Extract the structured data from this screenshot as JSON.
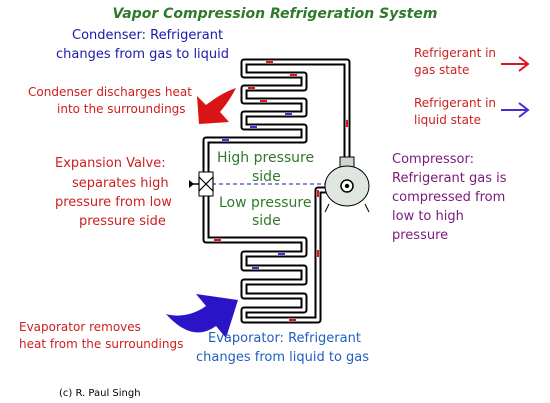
{
  "title": "Vapor Compression Refrigeration System",
  "condenser": {
    "line1": "Condenser: Refrigerant",
    "line2": "changes from gas to liquid",
    "heat_line1": "Condenser discharges heat",
    "heat_line2": "into the surroundings"
  },
  "expansion_valve": {
    "line1": "Expansion Valve:",
    "line2": "separates high",
    "line3": "pressure from low",
    "line4": "pressure side"
  },
  "pressure": {
    "high_line1": "High pressure",
    "high_line2": "side",
    "low_line1": "Low pressure",
    "low_line2": "side"
  },
  "compressor": {
    "line1": "Compressor:",
    "line2": "Refrigerant gas is",
    "line3": "compressed from",
    "line4": "low to high",
    "line5": "pressure"
  },
  "evaporator": {
    "line1": "Evaporator: Refrigerant",
    "line2": "changes from liquid to gas",
    "heat_line1": "Evaporator removes",
    "heat_line2": "heat from the surroundings"
  },
  "legend": {
    "gas_line1": "Refrigerant in",
    "gas_line2": "gas state",
    "liquid_line1": "Refrigerant in",
    "liquid_line2": "liquid state"
  },
  "credit": "(c) R. Paul Singh",
  "colors": {
    "gas": "#e8101a",
    "liquid": "#4b2ad8",
    "heat_out": "#d81414",
    "heat_in": "#2b14c8",
    "title": "#2f7a2a"
  }
}
